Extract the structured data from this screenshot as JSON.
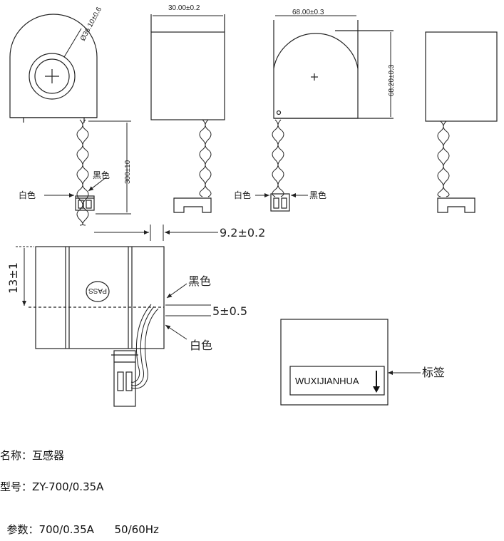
{
  "dimensions": {
    "diameter": "Ø36.10±0.6",
    "thickness": "30.00±0.2",
    "width": "68.00±0.3",
    "height": "68.20±0.3",
    "lead_length": "300±10",
    "side_depth": "9.2±0.2",
    "pin_offset": "13±1",
    "wire_gap": "5±0.5"
  },
  "labels": {
    "black_a": "黑色",
    "white_a": "白色",
    "white_b": "白色",
    "black_b": "黑色",
    "black_c": "黑色",
    "white_c": "白色",
    "pass_stamp": "PASS",
    "tag_text": "WUXIJIANHUA",
    "tag_label": "标签"
  },
  "specs": {
    "name": "名称：互感器",
    "model": "型号：ZY-700/0.35A",
    "params_a": "参数：700/0.35A",
    "params_b": "50/60Hz"
  }
}
